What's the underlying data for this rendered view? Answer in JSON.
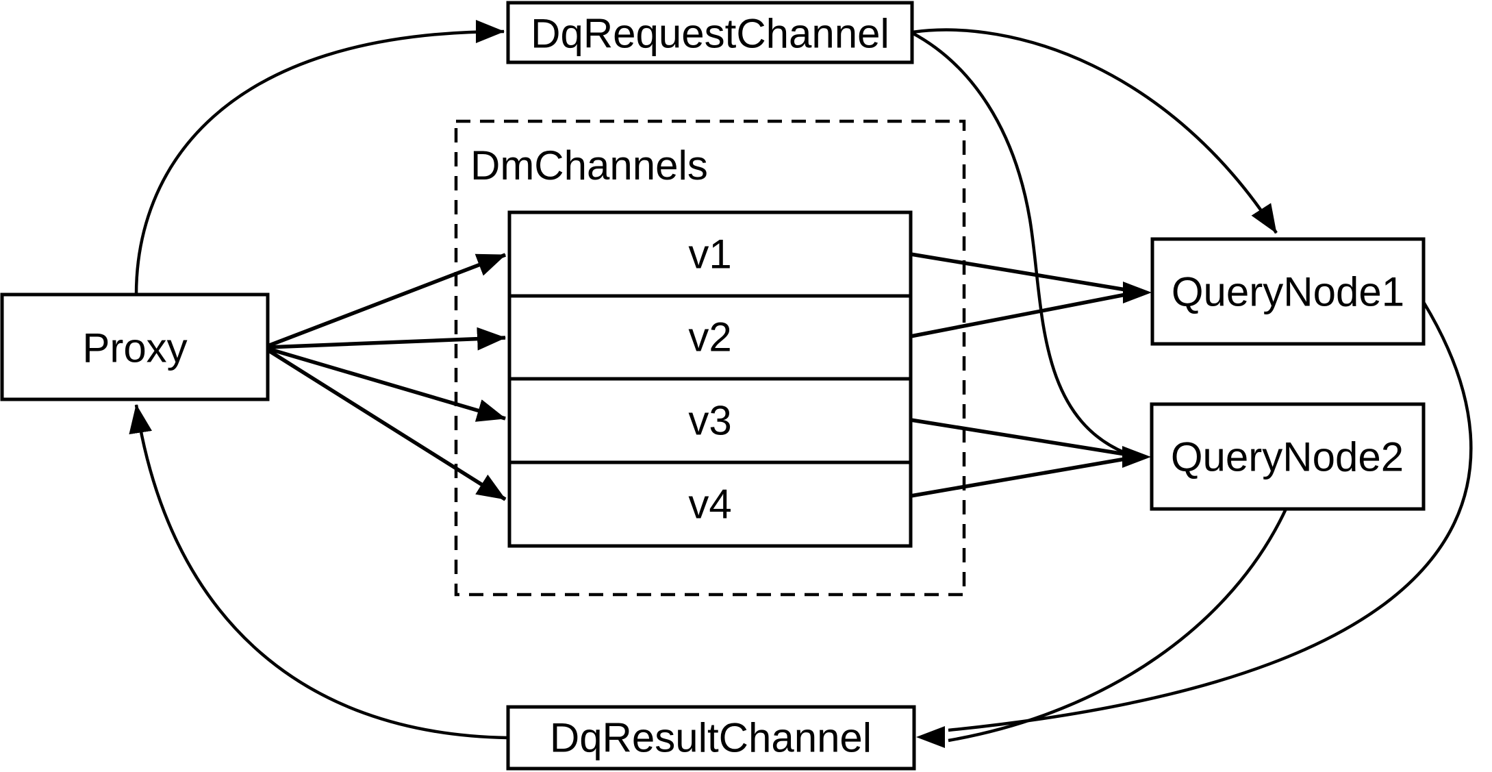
{
  "diagram": {
    "background": "#ffffff",
    "stroke_color": "#000000",
    "nodes": {
      "proxy": {
        "label": "Proxy"
      },
      "dq_request_channel": {
        "label": "DqRequestChannel"
      },
      "dm_channels_group": {
        "label": "DmChannels"
      },
      "channels": [
        "v1",
        "v2",
        "v3",
        "v4"
      ],
      "query_node1": {
        "label": "QueryNode1"
      },
      "query_node2": {
        "label": "QueryNode2"
      },
      "dq_result_channel": {
        "label": "DqResultChannel"
      }
    },
    "edges": [
      {
        "from": "Proxy",
        "to": "DqRequestChannel"
      },
      {
        "from": "Proxy",
        "to": "v1"
      },
      {
        "from": "Proxy",
        "to": "v2"
      },
      {
        "from": "Proxy",
        "to": "v3"
      },
      {
        "from": "Proxy",
        "to": "v4"
      },
      {
        "from": "v1",
        "to": "QueryNode1"
      },
      {
        "from": "v2",
        "to": "QueryNode1"
      },
      {
        "from": "v3",
        "to": "QueryNode2"
      },
      {
        "from": "v4",
        "to": "QueryNode2"
      },
      {
        "from": "DqRequestChannel",
        "to": "QueryNode1"
      },
      {
        "from": "DqRequestChannel",
        "to": "QueryNode2"
      },
      {
        "from": "QueryNode1",
        "to": "DqResultChannel"
      },
      {
        "from": "QueryNode2",
        "to": "DqResultChannel"
      },
      {
        "from": "DqResultChannel",
        "to": "Proxy"
      }
    ]
  }
}
